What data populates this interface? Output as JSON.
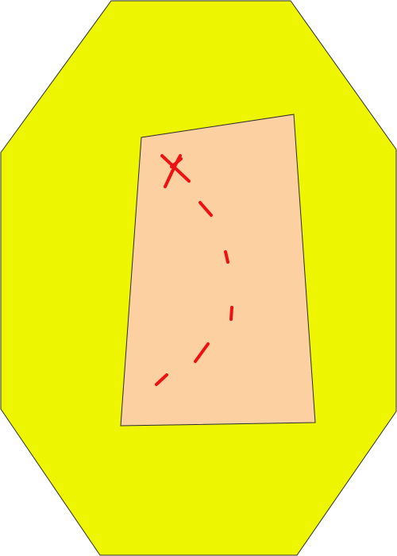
{
  "colors": {
    "background": "#ffffff",
    "outer_shape_fill": "#eef500",
    "outer_shape_stroke": "#2b2b2b",
    "inner_shape_fill": "#fdd0a2",
    "inner_shape_stroke": "#2b2b2b",
    "path_marks": "#ee1111"
  },
  "shapes": {
    "outer": "octagon",
    "inner": "quadrilateral"
  },
  "marks": {
    "start": "x-mark",
    "route": "dashed-path"
  }
}
